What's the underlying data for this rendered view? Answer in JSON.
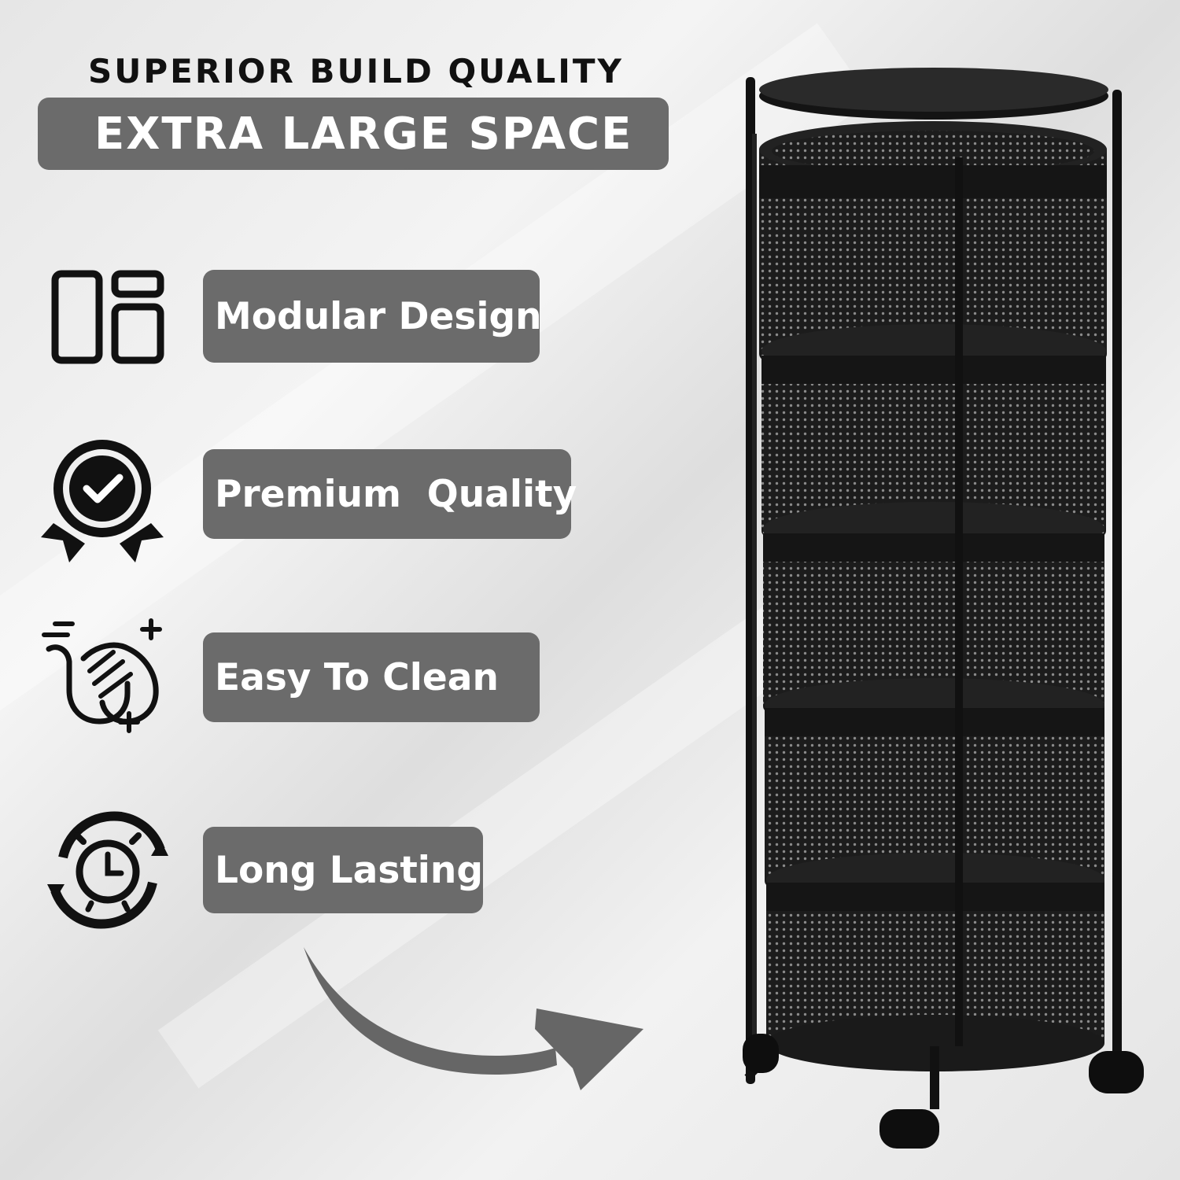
{
  "headline": "SUPERIOR BUILD QUALITY",
  "banner": "EXTRA LARGE SPACE",
  "features": [
    {
      "label": "Modular Design",
      "icon": "modular-layout-icon"
    },
    {
      "label": "Premium  Quality",
      "icon": "quality-badge-icon"
    },
    {
      "label": "Easy To Clean",
      "icon": "clean-hand-icon"
    },
    {
      "label": "Long Lasting",
      "icon": "clock-cycle-icon"
    }
  ],
  "colors": {
    "pill": "#6b6b6b",
    "text_dark": "#111111",
    "text_light": "#ffffff",
    "product": "#1a1a1a"
  }
}
